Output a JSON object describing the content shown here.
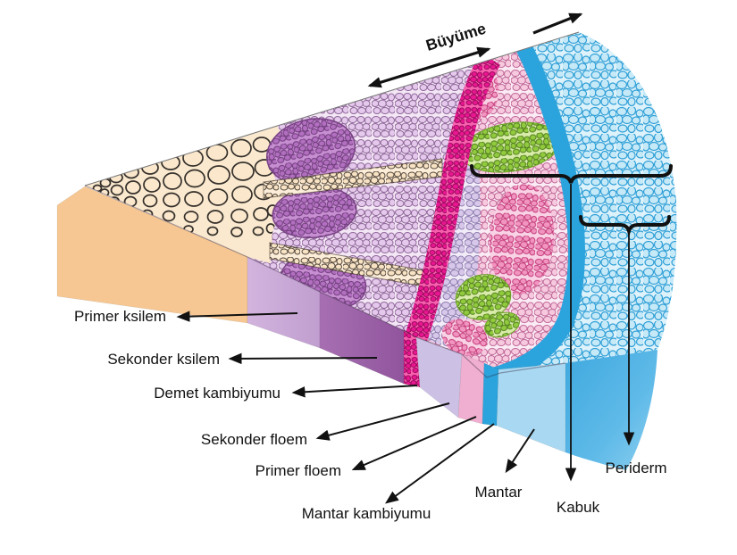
{
  "diagram": {
    "type": "plant-stem-secondary-growth-cross-section-wedge",
    "growth_arrow_label": "Büyüme",
    "labels": {
      "primer_ksilem": "Primer ksilem",
      "sekonder_ksilem": "Sekonder ksilem",
      "demet_kambiyumu": "Demet kambiyumu",
      "sekonder_floem": "Sekonder floem",
      "primer_floem": "Primer floem",
      "mantar_kambiyumu": "Mantar kambiyumu",
      "mantar": "Mantar",
      "kabuk": "Kabuk",
      "periderm": "Periderm"
    },
    "colors": {
      "background": "#FFFFFF",
      "pith_face": "#F6C792",
      "pith_cells": "#FAE7CC",
      "primer_ksilem_band": "#C9A9D8",
      "sekonder_ksilem_band": "#9C64A8",
      "demet_kambiyumu_band": "#E8209A",
      "sekonder_floem_band": "#CCC0E4",
      "primer_floem_band": "#F0AFD0",
      "mantar_kambiyumu_band": "#2BA3DC",
      "mantar_block": "#A9D9F2",
      "bark_surface": "#47AEE2",
      "green_patches": "#92CA3E",
      "annotation": "#111111"
    }
  }
}
